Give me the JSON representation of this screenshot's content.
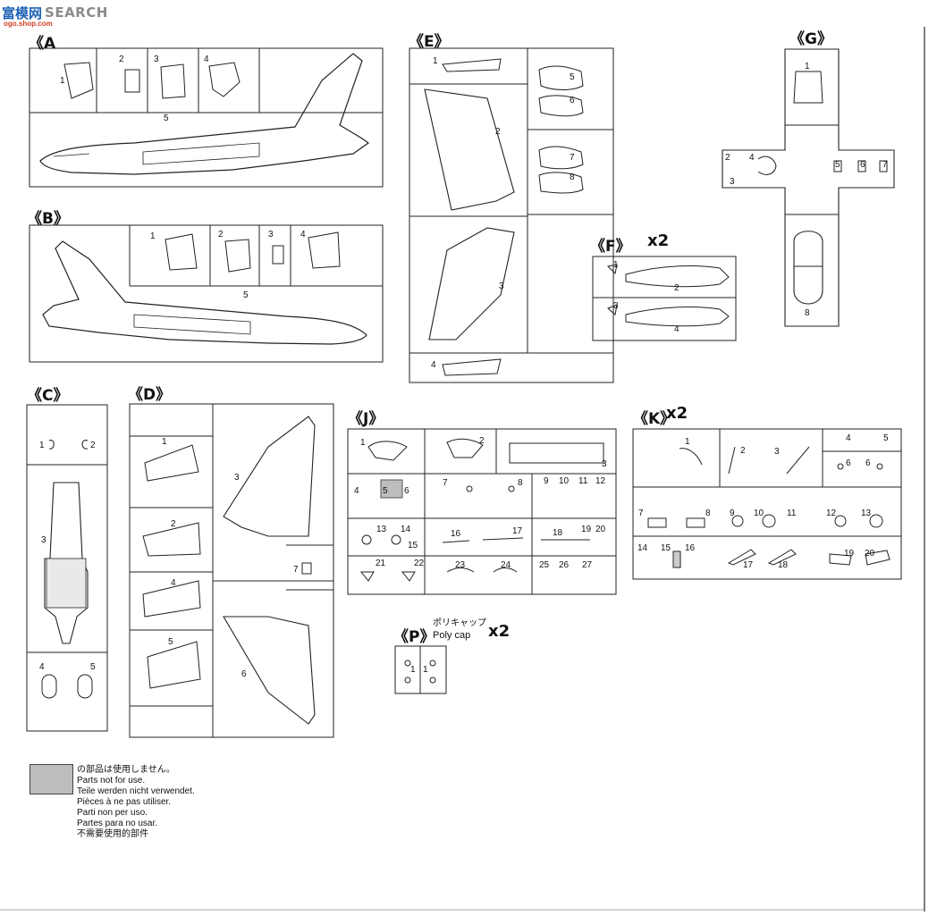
{
  "watermark": {
    "logo": "富模网",
    "brand": "SEARCH",
    "domain": "ogo.shop.com"
  },
  "sections": {
    "A": "《A",
    "B": "《B》",
    "C": "《C》",
    "D": "《D》",
    "E": "《E》",
    "F": "《F》",
    "G": "《G》",
    "J": "《J》",
    "K": "《K》",
    "P": "《P》"
  },
  "multipliers": {
    "F": "x2",
    "K": "x2",
    "P": "x2"
  },
  "poly_cap": {
    "jp": "ポリキャップ",
    "en": "Poly cap"
  },
  "legend": {
    "lines": [
      "の部品は使用しません。",
      "Parts not for use.",
      "Teile werden nicht verwendet.",
      "Pièces à ne pas utiliser.",
      "Parti non per uso.",
      "Partes para no usar.",
      "不需要使用的部件"
    ]
  },
  "labels": {
    "A": [
      "1",
      "2",
      "3",
      "4",
      "5"
    ],
    "B": [
      "1",
      "2",
      "3",
      "4",
      "5"
    ],
    "C": [
      "1",
      "2",
      "3",
      "4",
      "5"
    ],
    "D": [
      "1",
      "2",
      "3",
      "4",
      "5",
      "6",
      "7"
    ],
    "E": [
      "1",
      "2",
      "3",
      "4",
      "5",
      "6",
      "7",
      "8"
    ],
    "F": [
      "1",
      "2",
      "3",
      "4"
    ],
    "G": [
      "1",
      "2",
      "3",
      "4",
      "5",
      "6",
      "7",
      "8"
    ],
    "J": [
      "1",
      "2",
      "3",
      "4",
      "5",
      "6",
      "7",
      "8",
      "9",
      "10",
      "11",
      "12",
      "13",
      "14",
      "15",
      "16",
      "17",
      "18",
      "19",
      "20",
      "21",
      "22",
      "23",
      "24",
      "25",
      "26",
      "27"
    ],
    "K": [
      "1",
      "2",
      "3",
      "4",
      "5",
      "6",
      "6",
      "7",
      "8",
      "9",
      "10",
      "11",
      "12",
      "13",
      "14",
      "15",
      "16",
      "17",
      "18",
      "19",
      "20"
    ],
    "P": [
      "1",
      "1"
    ]
  }
}
